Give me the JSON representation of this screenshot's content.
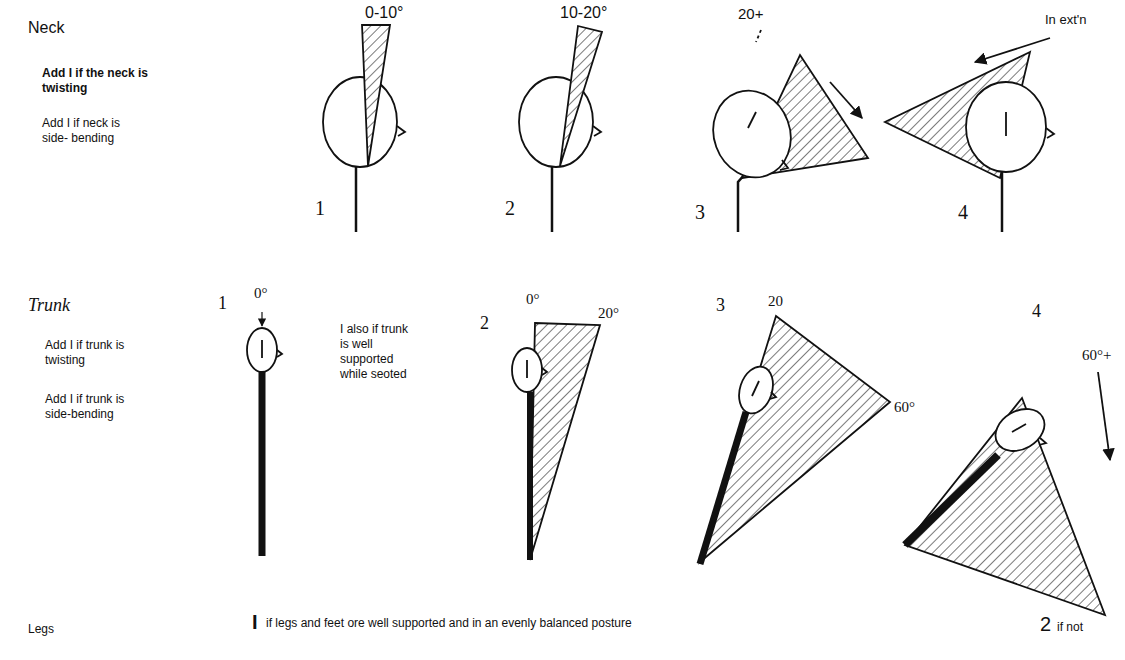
{
  "diagram": {
    "labels": [
      "Neck",
      "Add I if the neck is twisting",
      "Add I if neck is side- bending",
      "0-10°",
      "10-20°",
      "20+",
      "In ext'n",
      "1",
      "2",
      "3",
      "4",
      "Trunk",
      "Add I if trunk is twisting",
      "Add I if trunk is side-bending",
      "1",
      "0°",
      "I also if trunk is well supported while seoted",
      "2",
      "0°",
      "20°",
      "3",
      "20",
      "60°",
      "4",
      "60°+",
      "Legs",
      "I",
      "if legs and feet ore well supported and in an evenly balanced posture",
      "2",
      "if not"
    ]
  }
}
